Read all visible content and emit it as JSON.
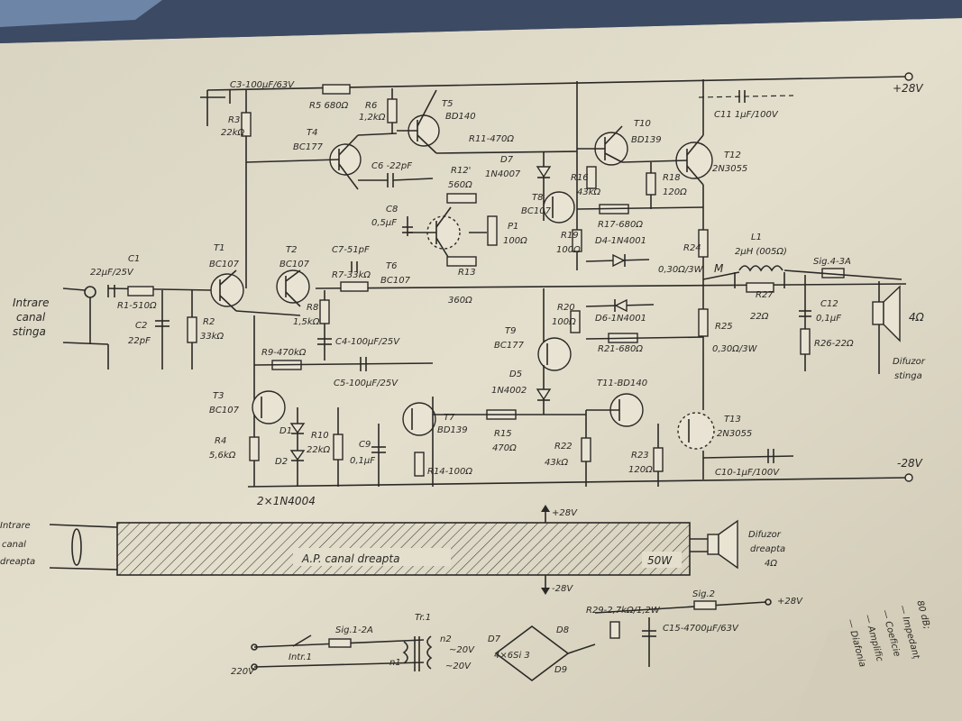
{
  "colors": {
    "paper": "#e6e1cf",
    "ink": "#2b2926",
    "shadow": "#7a7566",
    "page_under": "#d9d3bf"
  },
  "rails": {
    "pos": "+28V",
    "neg": "-28V"
  },
  "labels": {
    "c3": "C3-100μF/63V",
    "r5": "R5 680Ω",
    "r6a": "R6",
    "r6b": "1,2kΩ",
    "t5a": "T5",
    "t5b": "BD140",
    "c11": "C11 1μF/100V",
    "r3a": "R3",
    "r3b": "22kΩ",
    "t4a": "T4",
    "t4b": "BC177",
    "c6": "C6 -22pF",
    "r11": "R11-470Ω",
    "d7a": "D7",
    "d7b": "1N4007",
    "r12a": "R12'",
    "r12b": "560Ω",
    "t10a": "T10",
    "t10b": "BD139",
    "t12a": "T12",
    "t12b": "2N3055",
    "r16a": "R16",
    "r16b": "43kΩ",
    "r18a": "R18",
    "r18b": "120Ω",
    "c8a": "C8",
    "c8b": "0,5μF",
    "t8a": "T8",
    "t8b": "BC107",
    "p1a": "P1",
    "p1b": "100Ω",
    "r17": "R17-680Ω",
    "r19a": "R19",
    "r19b": "100Ω",
    "d4": "D4-1N4001",
    "r24a": "R24",
    "r24b": "0,30Ω/3W",
    "l1a": "L1",
    "l1b": "2μH (005Ω)",
    "fuse1": "Sig.4-3A",
    "c1a": "C1",
    "c1b": "22μF/25V",
    "t1a": "T1",
    "t1b": "BC107",
    "t2a": "T2",
    "t2b": "BC107",
    "c7": "C7-51pF",
    "r7": "R7-33kΩ",
    "t6a": "T6",
    "t6b": "BC107",
    "r13a": "R13",
    "r13b": "360Ω",
    "m": "M",
    "r27a": "R27",
    "r27b": "22Ω",
    "in_l1": "Intrare",
    "in_l2": "canal",
    "in_l3": "stinga",
    "r1": "R1-510Ω",
    "c2a": "C2",
    "c2b": "22pF",
    "r2a": "R2",
    "r2b": "33kΩ",
    "r8a": "R8",
    "r8b": "1,5kΩ",
    "c4": "C4-100μF/25V",
    "c12a": "C12",
    "c12b": "0,1μF",
    "r26": "R26-22Ω",
    "spk_ohm": "4Ω",
    "spk_l1": "Difuzor",
    "spk_l2": "stinga",
    "r20a": "R20",
    "r20b": "100Ω",
    "d6": "D6-1N4001",
    "t9a": "T9",
    "t9b": "BC177",
    "r21": "R21-680Ω",
    "r25a": "R25",
    "r25b": "0,30Ω/3W",
    "r9": "R9-470kΩ",
    "c5": "C5-100μF/25V",
    "t3a": "T3",
    "t3b": "BC107",
    "d5a": "D5",
    "d5b": "1N4002",
    "t11": "T11-BD140",
    "t7a": "T7",
    "t7b": "BD139",
    "t13a": "T13",
    "t13b": "2N3055",
    "d1": "D1",
    "d2": "D2",
    "r4a": "R4",
    "r4b": "5,6kΩ",
    "r10a": "R10",
    "r10b": "22kΩ",
    "c9a": "C9",
    "c9b": "0,1μF",
    "r15a": "R15",
    "r15b": "470Ω",
    "r14": "R14-100Ω",
    "r22a": "R22",
    "r22b": "43kΩ",
    "r23a": "R23",
    "r23b": "120Ω",
    "c10": "C10-1μF/100V",
    "diodes": "2×1N4004",
    "in_r1": "Intrare",
    "in_r2": "canal",
    "in_r3": "dreapta",
    "amp_r": "A.P. canal dreapta",
    "watts": "50W",
    "spk_r1": "Difuzor",
    "spk_r2": "dreapta",
    "spk_r3": "4Ω",
    "tr1": "Tr.1",
    "fuse2": "Sig.1-2A",
    "r29": "R29-2,7kΩ/1,2W",
    "fuse3": "Sig.2",
    "n2": "n2",
    "v20": "~20V",
    "v20b": "~20V",
    "d8": "D8",
    "bridge": "4×6Si 3",
    "c15": "C15-4700μF/63V",
    "v220": "220V",
    "intr": "Intr.1",
    "n1": "n1",
    "d7p": "D7",
    "d9": "D9",
    "note1": "80 dB;",
    "note2": "— Impedanț",
    "note3": "— Coeficie",
    "note4": "— Amplific",
    "note5": "— Diafonia"
  }
}
